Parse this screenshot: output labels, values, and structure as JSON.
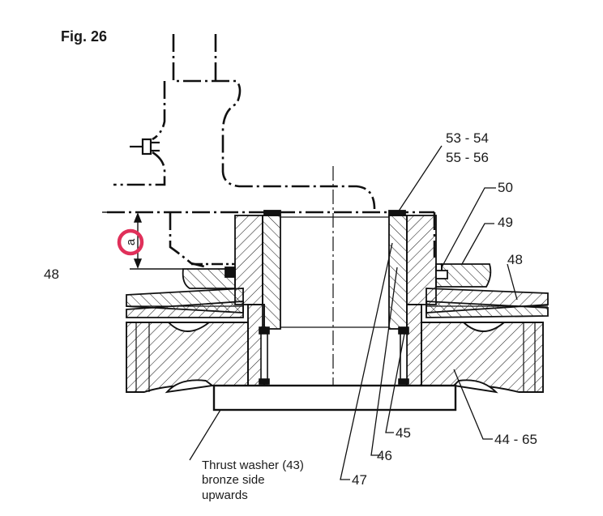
{
  "figure": {
    "title": "Fig. 26"
  },
  "labels": {
    "p53_54": "53 - 54",
    "p55_56": "55 - 56",
    "p50": "50",
    "p49": "49",
    "p48_right": "48",
    "p48_left": "48",
    "p45": "45",
    "p46": "46",
    "p47": "47",
    "p44_65": "44 - 65"
  },
  "dimension": {
    "label": "a",
    "marker_color": "#e0305a"
  },
  "note": {
    "line1": "Thrust washer (43)",
    "line2": "bronze side",
    "line3": "upwards"
  }
}
